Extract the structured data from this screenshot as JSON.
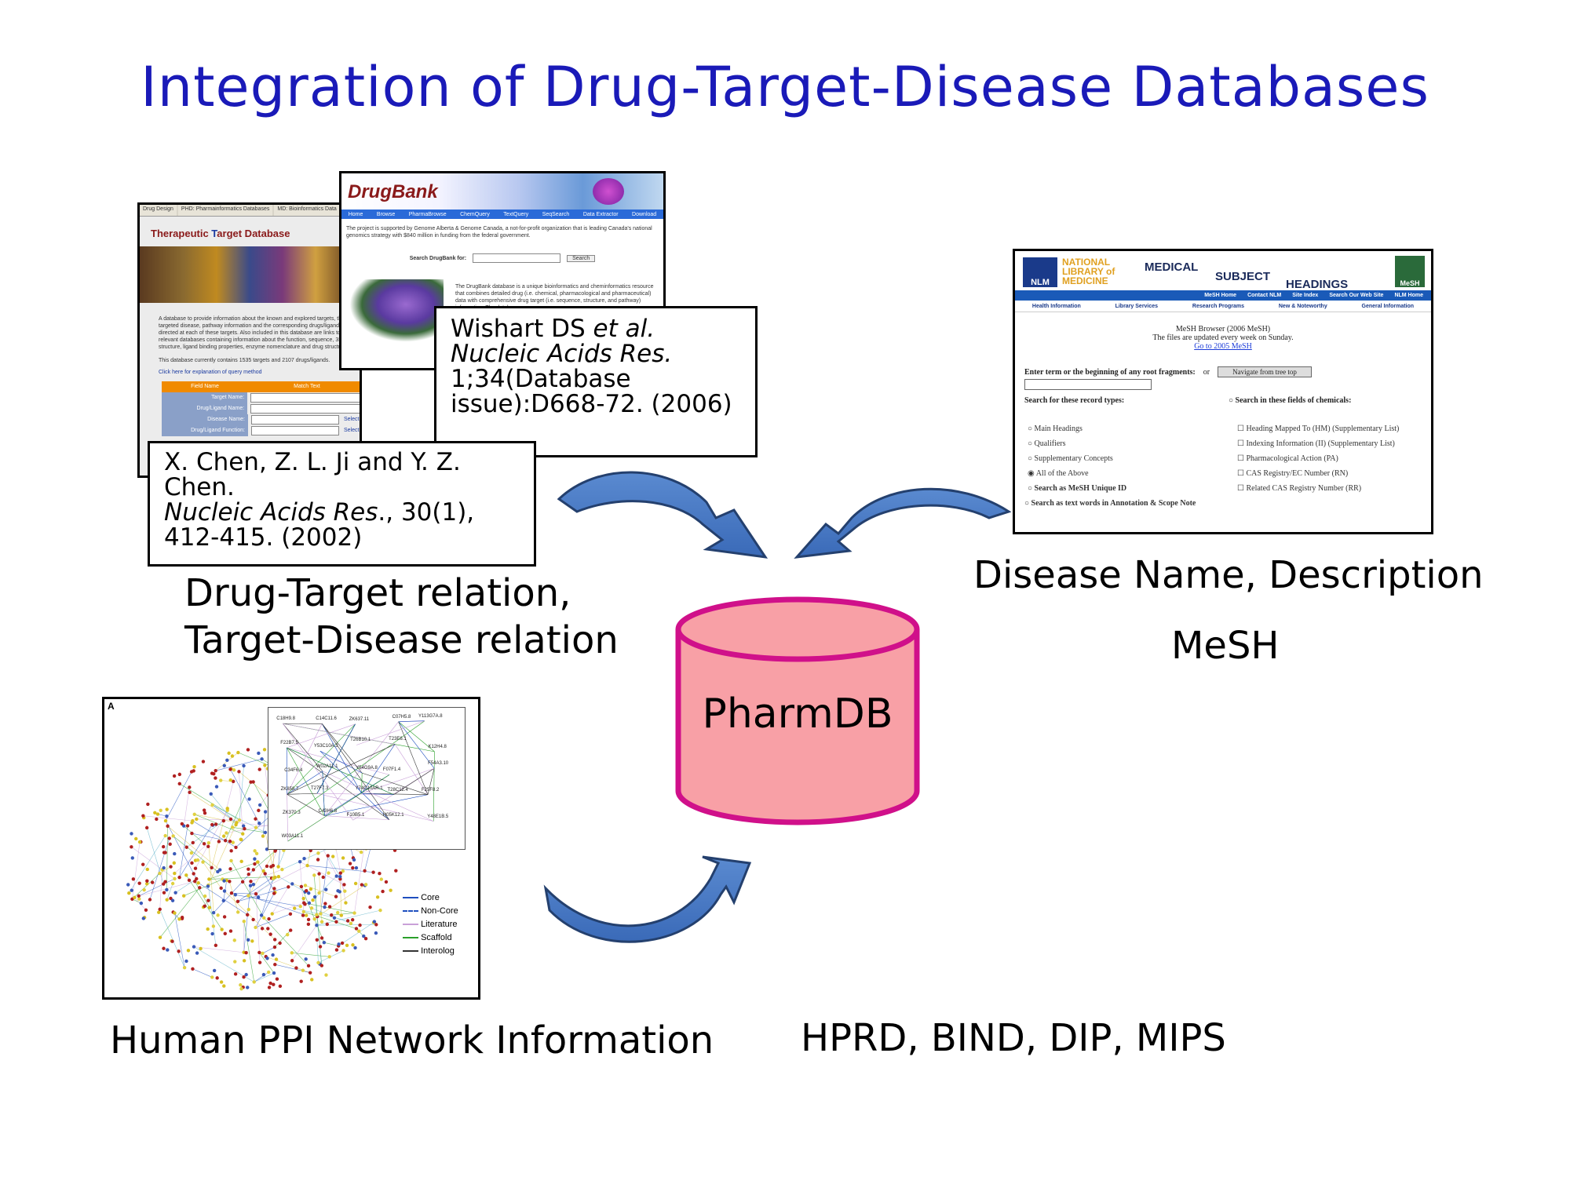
{
  "title": "Integration of Drug-Target-Disease Databases",
  "ttd": {
    "tabs": [
      "Drug Design",
      "PHD: Pharmainformatics Databases",
      "MD: Bioinformatics Data"
    ],
    "site_title_parts": [
      "Therapeutic ",
      "T",
      "arget Database"
    ],
    "paragraph": "A database to provide information about the known and explored targets, the targeted disease, pathway information and the corresponding drugs/ligands directed at each of these targets. Also included in this database are links to relevant databases containing information about the function, sequence, 3D structure, ligand binding properties, enzyme nomenclature and drug structure of each target.",
    "count_text": "This database currently contains 1535 targets and 2107 drugs/ligands.",
    "hint_text": "Click here for explanation of query method",
    "table_headers": [
      "Field Name",
      "Match Text"
    ],
    "fields": [
      "Target Name:",
      "Drug/Ligand Name:",
      "Disease Name:",
      "Drug/Ligand Function:"
    ],
    "select_label": "Select"
  },
  "drugbank": {
    "logo": "DrugBank",
    "nav": [
      "Home",
      "Browse",
      "PharmaBrowse",
      "ChemQuery",
      "TextQuery",
      "SeqSearch",
      "Data Extractor",
      "Download"
    ],
    "intro": "The project is supported by Genome Alberta & Genome Canada, a not-for-profit organization that is leading Canada's national genomics strategy with $840 million in funding from the federal government.",
    "search_label": "Search DrugBank for:",
    "search_button": "Search",
    "description": "The DrugBank database is a unique bioinformatics and cheminformatics resource that combines detailed drug (i.e. chemical, pharmacological and pharmaceutical) data with comprehensive drug target (i.e. sequence, structure, and pathway) information. The database"
  },
  "ref_drugbank": {
    "line1_plain": "Wishart DS ",
    "line1_italic": "et al.",
    "line2_italic": "Nucleic Acids Res.",
    "line3": "1;34(Database",
    "line4": "issue):D668-72. (2006)"
  },
  "ref_ttd": {
    "line1": "X. Chen, Z. L. Ji and Y. Z.",
    "line2": "Chen.",
    "line3_italic": "Nucleic Acids Res",
    "line3_plain": "., 30(1),",
    "line4": "412-415. (2002)"
  },
  "label_drug_target": [
    "Drug-Target relation,",
    "Target-Disease relation"
  ],
  "mesh": {
    "nlm_badge": "NLM",
    "nlm_name": [
      "NATIONAL",
      "LIBRARY of",
      "MEDICINE"
    ],
    "words": [
      "MEDICAL",
      "SUBJECT",
      "HEADINGS"
    ],
    "logo": "MeSH",
    "nav": [
      "MeSH Home",
      "Contact NLM",
      "Site Index",
      "Search Our Web Site",
      "NLM Home"
    ],
    "subnav": [
      "Health Information",
      "Library Services",
      "Research Programs",
      "New & Noteworthy",
      "General Information"
    ],
    "browser_title": "MeSH Browser (2006 MeSH)",
    "updated": "The files are updated every week on Sunday.",
    "link": "Go to 2005 MeSH",
    "enter_label": "Enter term or the beginning of any root fragments:",
    "or": "or",
    "nav_button": "Navigate from tree top",
    "record_types_label": "Search for these record types:",
    "chem_fields_label": "Search in these fields of chemicals:",
    "record_types": [
      "Main Headings",
      "Qualifiers",
      "Supplementary Concepts",
      "All of the Above",
      "Search as MeSH Unique ID",
      "Search as text words in Annotation & Scope Note"
    ],
    "chem_fields": [
      "Heading Mapped To (HM) (Supplementary List)",
      "Indexing Information (II) (Supplementary List)",
      "Pharmacological Action (PA)",
      "CAS Registry/EC Number (RN)",
      "Related CAS Registry Number (RR)"
    ]
  },
  "label_disease": "Disease Name, Description",
  "label_mesh": "MeSH",
  "cylinder_label": "PharmDB",
  "ppi": {
    "panel_letter": "A",
    "legend": [
      "Core",
      "Non-Core",
      "Literature",
      "Scaffold",
      "Interolog"
    ],
    "legend_colors": [
      "#1f4fbf",
      "#1f4fbf",
      "#c9a0d8",
      "#2aa02a",
      "#333333"
    ],
    "gene_labels": [
      "C18H9.8",
      "C14C11.6",
      "ZK637.11",
      "C07H5.8",
      "Y113G7A.8",
      "F22B7.5",
      "Y53C10A.3",
      "T26B10.1",
      "T23E6.1",
      "K12H4.8",
      "C34F6.4",
      "W02A11.1",
      "Y54G9A.8",
      "F07F1.4",
      "F54A3.10",
      "ZK858.7",
      "T27F7.3",
      "Y74C10AR.1",
      "T28C12.4",
      "F25F8.2",
      "ZK370.3",
      "C43H6.8",
      "F10B5.1",
      "H05K12.1",
      "Y48E1B.5",
      "W03A11.1"
    ]
  },
  "label_ppi": "Human PPI Network Information",
  "label_sources": "HPRD, BIND, DIP, MIPS"
}
